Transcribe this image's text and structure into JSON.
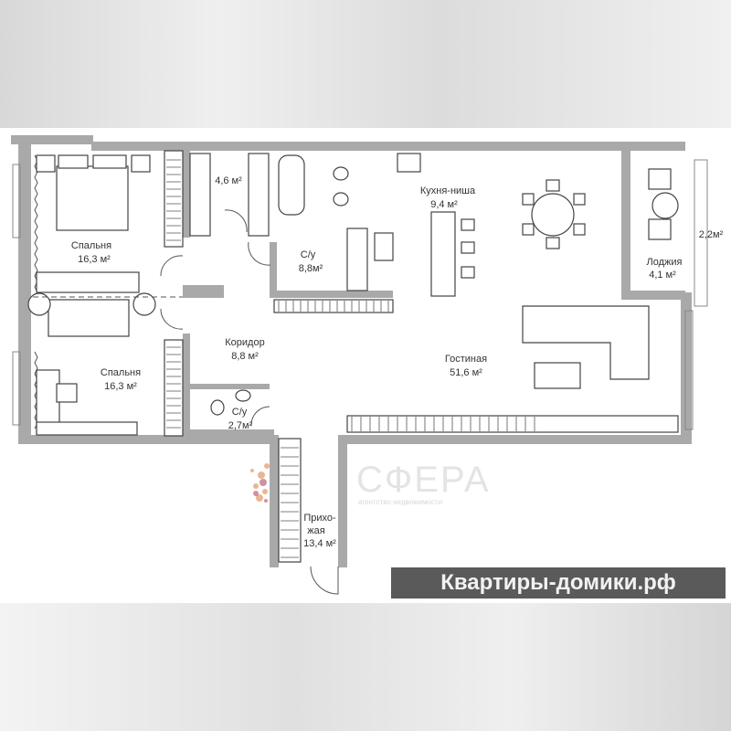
{
  "rooms": {
    "bedroom1": {
      "name": "Спальня",
      "area": "16,3 м²"
    },
    "wardrobe": {
      "area": "4,6 м²"
    },
    "bath1": {
      "name": "С/у",
      "area": "8,8м²"
    },
    "kitchen": {
      "name": "Кухня-ниша",
      "area": "9,4 м²"
    },
    "loggia": {
      "name": "Лоджия",
      "area": "4,1 м²",
      "extra": "2,2м²"
    },
    "corridor": {
      "name": "Коридор",
      "area": "8,8 м²"
    },
    "bedroom2": {
      "name": "Спальня",
      "area": "16,3 м²"
    },
    "bath2": {
      "name": "С/у",
      "area": "2,7м²"
    },
    "living": {
      "name": "Гостиная",
      "area": "51,6 м²"
    },
    "hall": {
      "name1": "Прихо-",
      "name2": "жая",
      "area": "13,4 м²"
    }
  },
  "watermark": {
    "title": "СФЕРА",
    "subtitle": "агентство недвижимости"
  },
  "banner": "Квартиры-домики.рф",
  "colors": {
    "wall": "#a9a9a9",
    "banner": "#5a5a5a",
    "house": "#7cb342"
  }
}
